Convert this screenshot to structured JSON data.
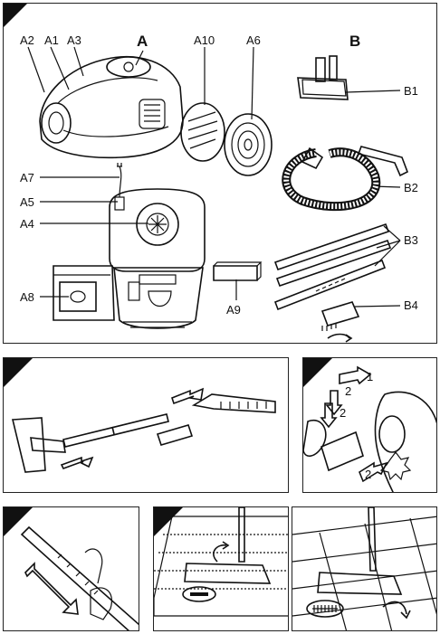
{
  "section_a": {
    "heading": "A",
    "labels": {
      "a1": "A1",
      "a2": "A2",
      "a3": "A3",
      "a4": "A4",
      "a5": "A5",
      "a6": "A6",
      "a7": "A7",
      "a8": "A8",
      "a9": "A9",
      "a10": "A10"
    }
  },
  "section_b": {
    "heading": "B",
    "labels": {
      "b1": "B1",
      "b2": "B2",
      "b3": "B3",
      "b4": "B4"
    }
  },
  "detail_nozzle": {
    "badge": "2"
  },
  "arrow_numbers": [
    "1",
    "2",
    "2",
    "2"
  ]
}
